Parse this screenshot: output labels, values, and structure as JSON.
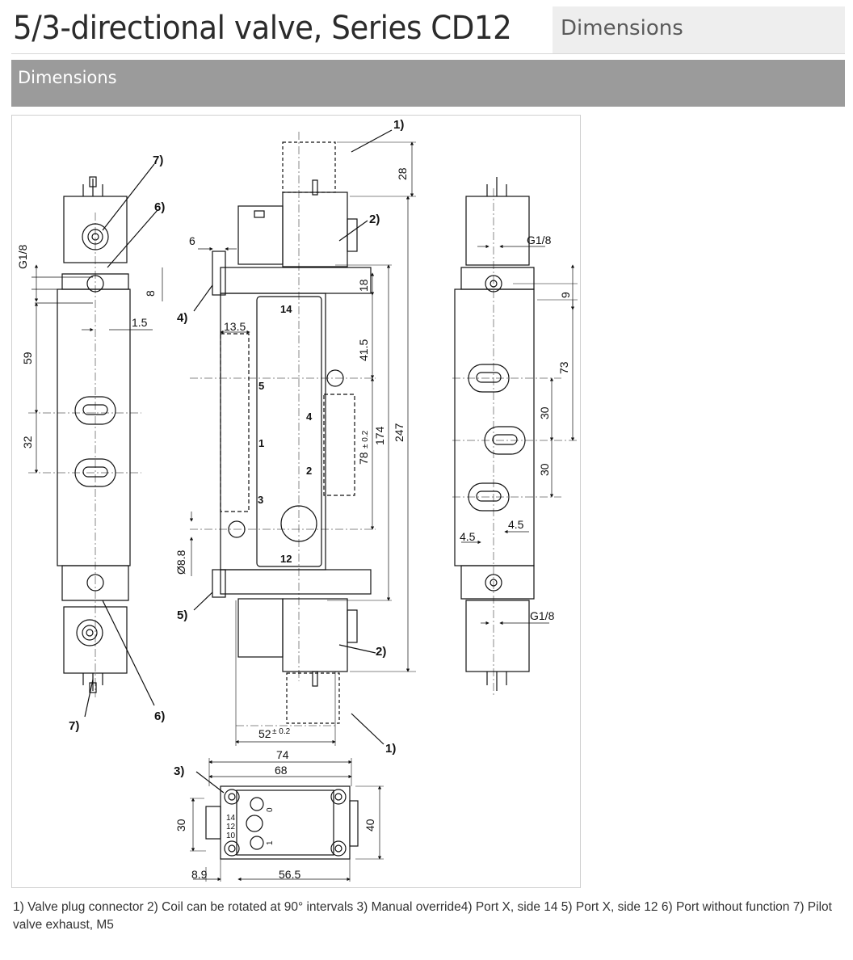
{
  "header": {
    "title": "5/3-directional valve, Series CD12",
    "tag": "Dimensions"
  },
  "section": {
    "label": "Dimensions"
  },
  "drawing": {
    "notes": [
      "1)",
      "2)",
      "2)",
      "1)",
      "3)",
      "4)",
      "5)",
      "6)",
      "6)",
      "7)",
      "7)"
    ],
    "dimensions": {
      "g18_left": "G1/8",
      "d8": "8",
      "d1_5": "1.5",
      "d59": "59",
      "d32": "32",
      "d6": "6",
      "d13_5": "13.5",
      "d28": "28",
      "d18": "18",
      "d41_5": "41.5",
      "d174": "174",
      "d247": "247",
      "d78": "78",
      "tol78": "± 0.2",
      "d8_8": "Ø8.8",
      "d52": "52",
      "tol52": "± 0.2",
      "g18_right_top": "G1/8",
      "d9": "9",
      "d73": "73",
      "d30a": "30",
      "d30b": "30",
      "d4_5a": "4.5",
      "d4_5b": "4.5",
      "g18_right_bottom": "G1/8",
      "d74": "74",
      "d68": "68",
      "d30c": "30",
      "d40": "40",
      "d8_9": "8.9",
      "d56_5": "56.5"
    },
    "ports": [
      "14",
      "5",
      "4",
      "1",
      "2",
      "3",
      "12"
    ],
    "override_labels": [
      "14",
      "12",
      "10"
    ],
    "override_marks": [
      "0",
      "1"
    ]
  },
  "caption": "1) Valve plug connector 2) Coil can be rotated at 90° intervals 3) Manual override4) Port X, side 14 5) Port X, side 12 6) Port without function 7) Pilot valve exhaust, M5"
}
